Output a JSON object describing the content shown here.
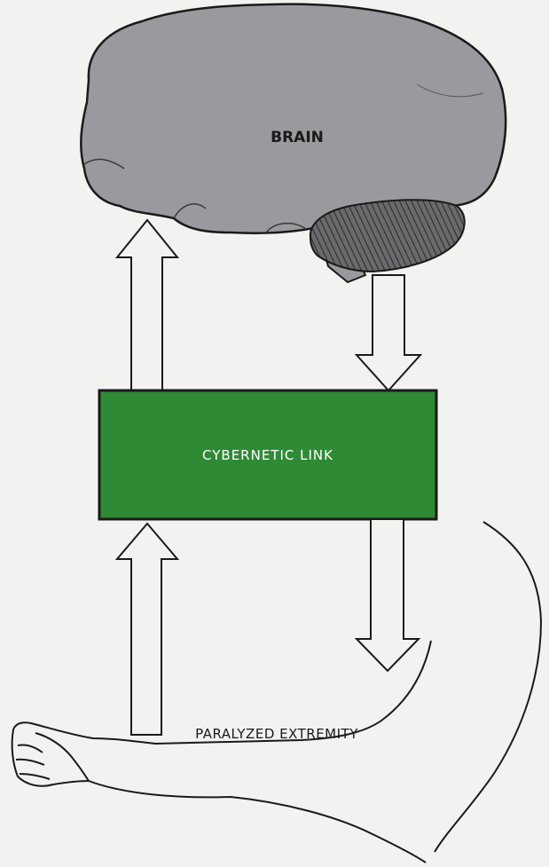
{
  "labels": {
    "brain": "BRAIN",
    "link": "CYBERNETIC LINK",
    "extremity": "PARALYZED EXTREMITY"
  },
  "colors": {
    "background": "#f2f2f0",
    "brain_fill": "#9a9a9e",
    "cerebellum_fill": "#5b5b5e",
    "link_fill": "#2f8a36",
    "link_text": "#ffffff",
    "outline": "#1a1a1a"
  }
}
